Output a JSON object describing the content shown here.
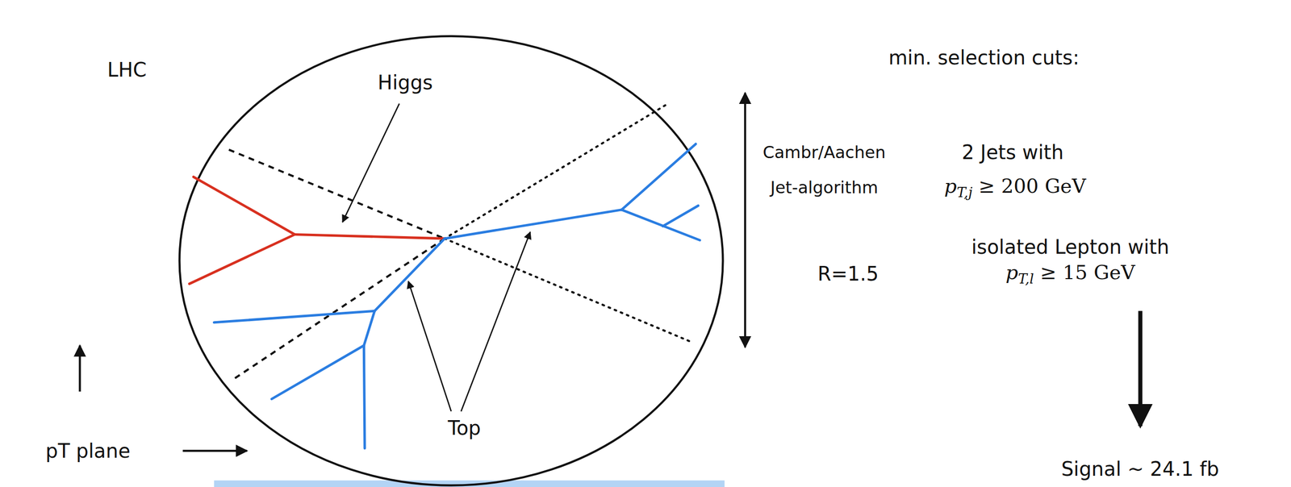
{
  "diagram": {
    "labels": [
      "LHC",
      "Higgs",
      "Top",
      "pT plane",
      "Cambr/Aachen Jet-algorithm",
      "R=1.5",
      "min. selection cuts:",
      "2 Jets with",
      "pT,j ≥ 200 GeV",
      "isolated Lepton with",
      "pT,l ≥ 15 GeV",
      "Signal ~ 24.1 fb"
    ]
  }
}
